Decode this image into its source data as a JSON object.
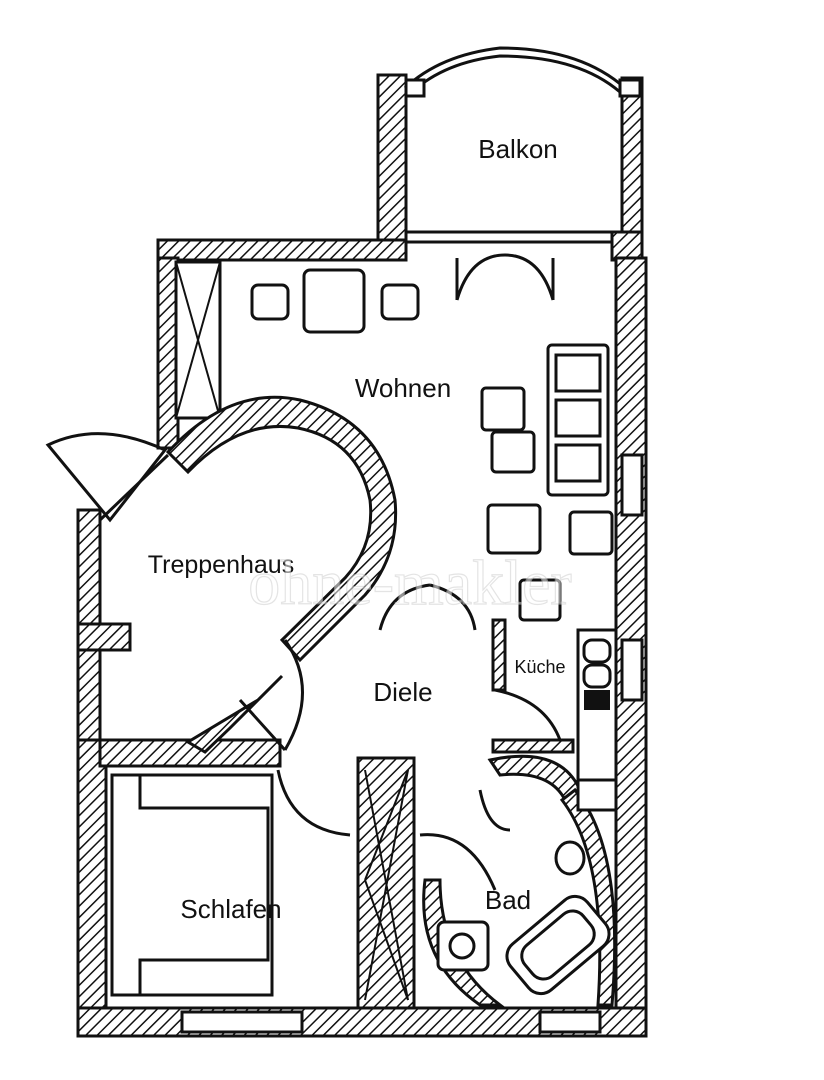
{
  "rooms": {
    "balkon": "Balkon",
    "wohnen": "Wohnen",
    "treppenhaus": "Treppenhaus",
    "kueche": "Küche",
    "diele": "Diele",
    "bad": "Bad",
    "schlafen": "Schlafen"
  },
  "watermark": "ohne-makler",
  "colors": {
    "ink": "#111111",
    "background": "#ffffff"
  }
}
